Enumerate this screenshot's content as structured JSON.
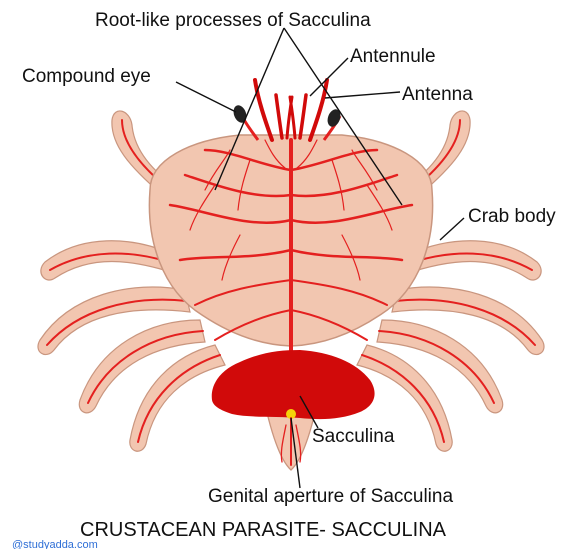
{
  "labels": {
    "root_processes": "Root-like processes of Sacculina",
    "antennule": "Antennule",
    "compound_eye": "Compound eye",
    "antenna": "Antenna",
    "crab_body": "Crab body",
    "sacculina": "Sacculina",
    "genital_aperture": "Genital aperture of Sacculina"
  },
  "title": "CRUSTACEAN PARASITE- SACCULINA",
  "watermark": "@studyadda.com",
  "colors": {
    "body_fill": "#f2c6b0",
    "body_stroke": "#c9967f",
    "vein": "#e4201f",
    "sacculina": "#d10a0a",
    "aperture": "#f5d20a",
    "eye": "#222222"
  }
}
